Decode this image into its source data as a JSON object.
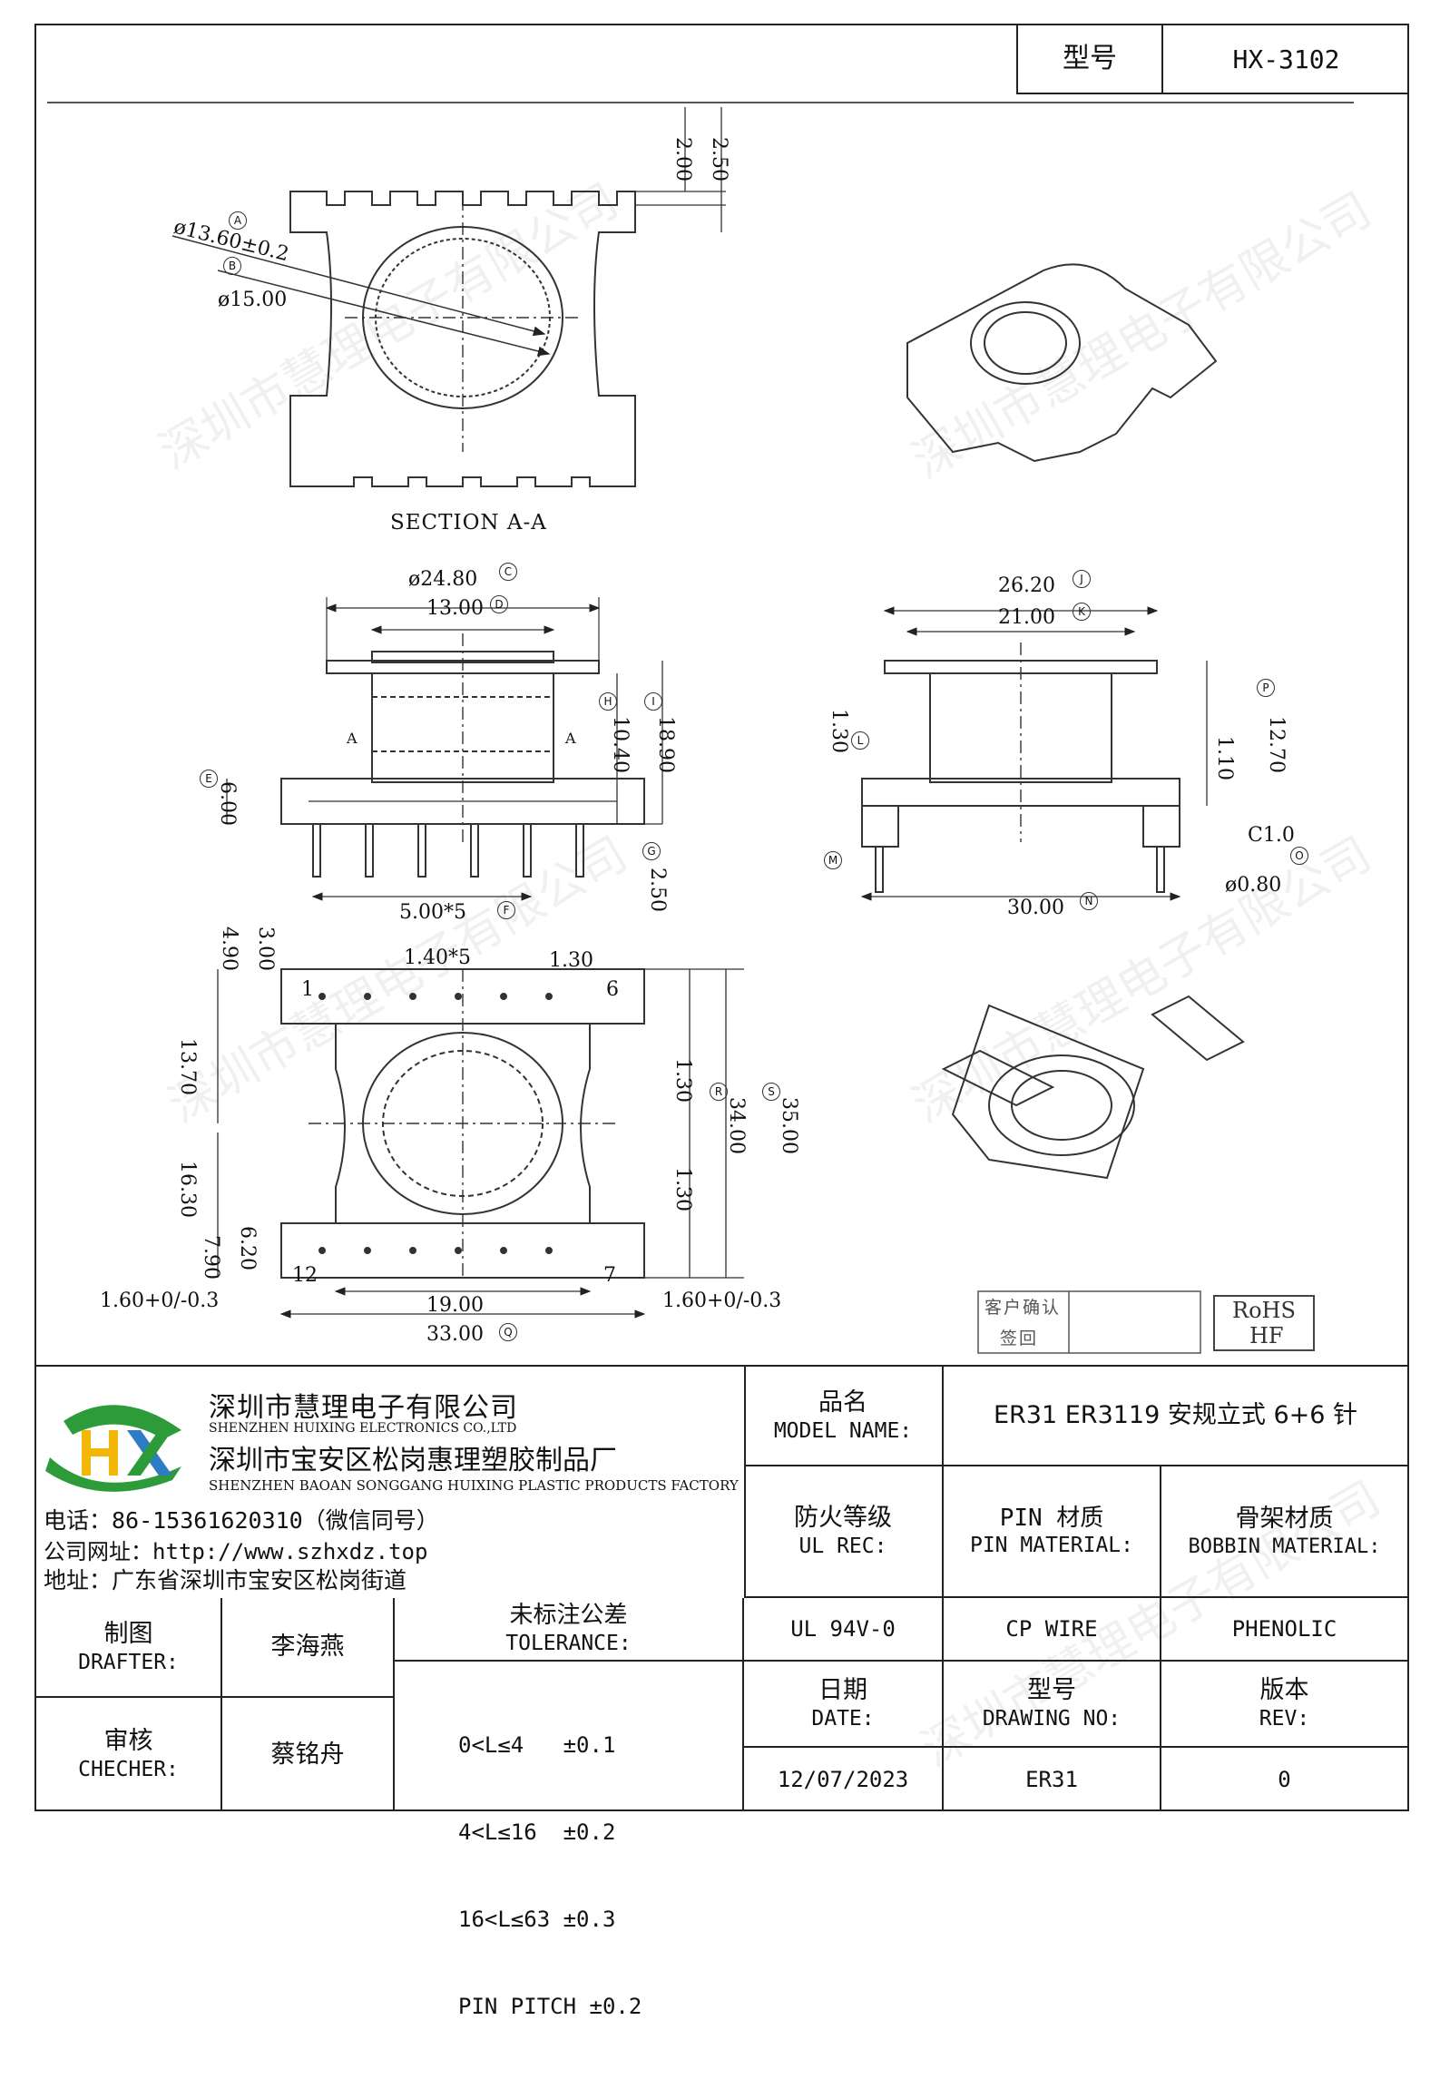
{
  "header": {
    "model_label": "型号",
    "model_value": "HX-3102"
  },
  "drawing": {
    "section_label": "SECTION A-A",
    "dims": {
      "d1": "ø13.60±0.2",
      "d2": "ø15.00",
      "h1": "2.00",
      "h2": "2.50",
      "c1": "ø24.80",
      "c2": "13.00",
      "v1": "10.40",
      "v2": "18.90",
      "v3": "6.00",
      "v4": "2.50",
      "pitch": "5.00*5",
      "r1": "26.20",
      "r2": "21.00",
      "r3": "1.30",
      "r4": "1.10",
      "r5": "12.70",
      "cham": "C1.0",
      "pin": "ø0.80",
      "base": "30.00",
      "b1": "4.90",
      "b2": "3.00",
      "b3": "1.40*5",
      "b4": "1.30",
      "b5": "13.70",
      "b6": "1.30",
      "b7": "34.00",
      "b8": "35.00",
      "b9": "16.30",
      "b10": "1.30",
      "b11": "7.90",
      "b12": "6.20",
      "b13": "19.00",
      "b14": "33.00",
      "b15": "1.60+0/-0.3",
      "b16": "1.60+0/-0.3",
      "pin1": "1",
      "pin6": "6",
      "pin12": "12",
      "pin7": "7",
      "sec": "A"
    },
    "badges": {
      "A": "A",
      "B": "B",
      "C": "C",
      "D": "D",
      "E": "E",
      "F": "F",
      "G": "G",
      "H": "H",
      "I": "I",
      "J": "J",
      "K": "K",
      "L": "L",
      "M": "M",
      "N": "N",
      "O": "O",
      "P": "P",
      "Q": "Q",
      "R": "R",
      "S": "S"
    },
    "customer_box": {
      "line1": "客户确认",
      "line2": "签回"
    },
    "rohs": {
      "line1": "RoHS",
      "line2": "HF"
    }
  },
  "company": {
    "logo_text": "HX",
    "name_cn": "深圳市慧理电子有限公司",
    "name_en": "SHENZHEN HUIXING ELECTRONICS CO.,LTD",
    "factory_cn": "深圳市宝安区松岗惠理塑胶制品厂",
    "factory_en": "SHENZHEN BAOAN SONGGANG HUIXING PLASTIC PRODUCTS FACTORY",
    "phone": "电话：86-15361620310（微信同号）",
    "website": "公司网址：http://www.szhxdz.top",
    "address": "地址：广东省深圳市宝安区松岗街道",
    "watermark": "深圳市慧理电子有限公司"
  },
  "titleblock": {
    "model_name_cn": "品名",
    "model_name_en": "MODEL NAME:",
    "model_name_value": "ER31 ER3119 安规立式 6+6 针",
    "ul_cn": "防火等级",
    "ul_en": "UL REC:",
    "ul_value": "UL 94V-0",
    "pin_mat_cn": "PIN 材质",
    "pin_mat_en": "PIN MATERIAL:",
    "pin_mat_value": "CP WIRE",
    "bobbin_cn": "骨架材质",
    "bobbin_en": "BOBBIN MATERIAL:",
    "bobbin_value": "PHENOLIC",
    "drafter_cn": "制图",
    "drafter_en": "DRAFTER:",
    "drafter_value": "李海燕",
    "checker_cn": "审核",
    "checker_en": "CHECHER:",
    "checker_value": "蔡铭舟",
    "tol_cn": "未标注公差",
    "tol_en": "TOLERANCE:",
    "tol_lines": [
      "0<L≤4   ±0.1",
      "4<L≤16  ±0.2",
      "16<L≤63 ±0.3",
      "PIN PITCH ±0.2"
    ],
    "date_cn": "日期",
    "date_en": "DATE:",
    "date_value": "12/07/2023",
    "drawing_no_cn": "型号",
    "drawing_no_en": "DRAWING NO:",
    "drawing_no_value": "ER31",
    "rev_cn": "版本",
    "rev_en": "REV:",
    "rev_value": "0"
  }
}
